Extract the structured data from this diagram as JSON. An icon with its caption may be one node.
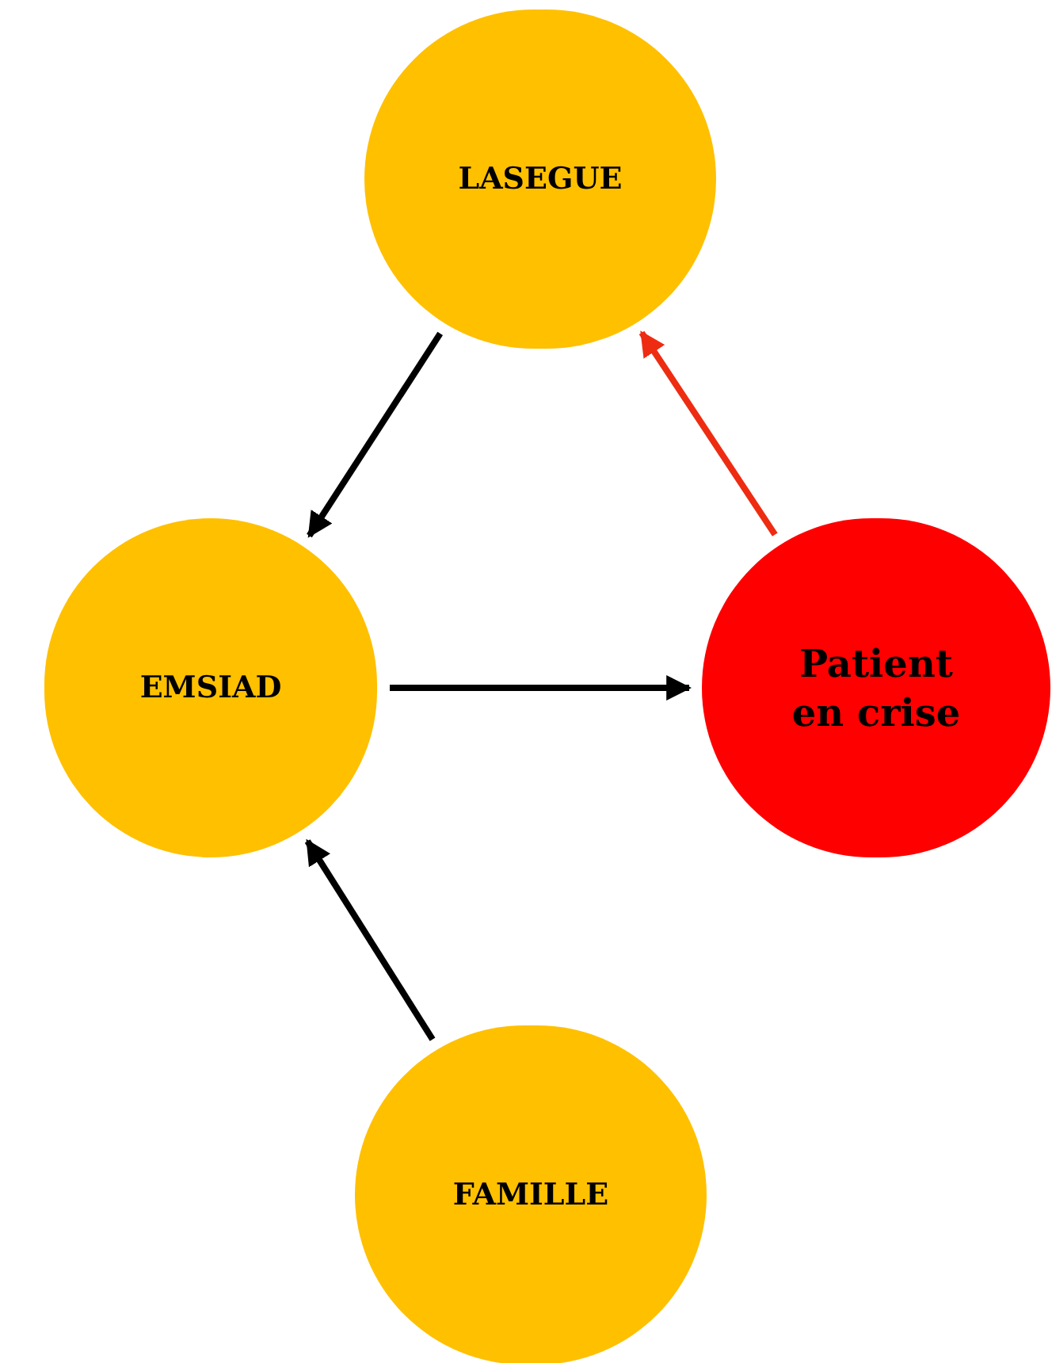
{
  "diagram": {
    "nodes": [
      {
        "text": [
          "LASEGUE"
        ]
      },
      {
        "text": [
          "EMSIAD"
        ]
      },
      {
        "text": [
          "Patient en crise"
        ]
      },
      {
        "text": [
          "FAMILLE"
        ]
      }
    ],
    "edges": [
      {
        "from": 0,
        "to": 1,
        "arrow": "to"
      },
      {
        "from": 1,
        "to": 2,
        "arrow": "to"
      },
      {
        "from": 2,
        "to": 0,
        "arrow": "to",
        "color": "#ee2c12"
      },
      {
        "from": 3,
        "to": 1,
        "arrow": "to"
      }
    ]
  }
}
